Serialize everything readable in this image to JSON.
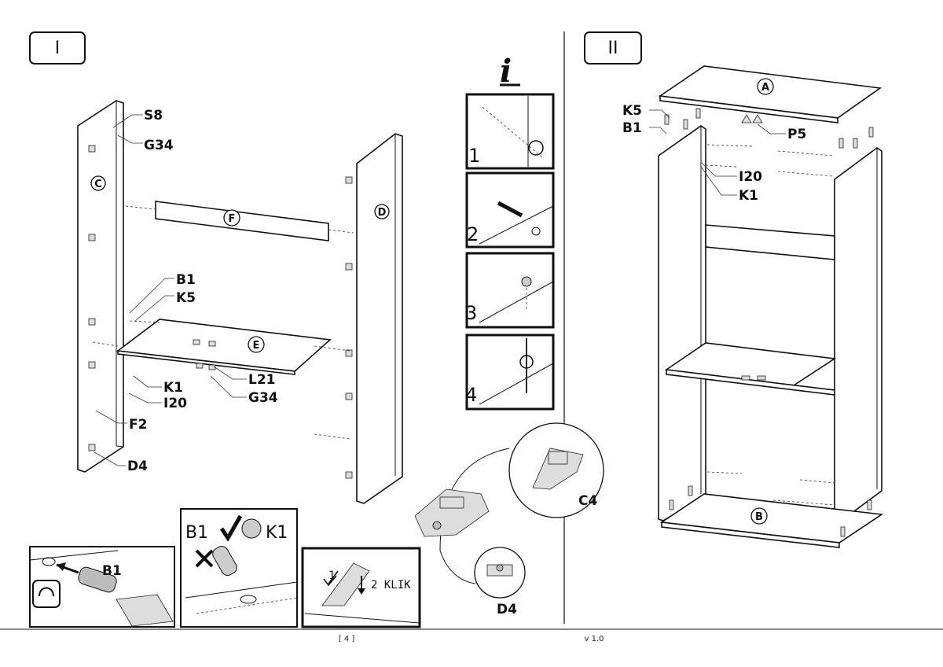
{
  "sections": {
    "step1": "I",
    "step2": "II"
  },
  "info_symbol": "i",
  "part_labels": {
    "C": "C",
    "D": "D",
    "F": "F",
    "E": "E",
    "A": "A",
    "B": "B"
  },
  "hardware_labels": {
    "s8": "S8",
    "g34_top": "G34",
    "b1": "B1",
    "k5": "K5",
    "k1": "K1",
    "i20": "I20",
    "f2": "F2",
    "d4": "D4",
    "l21": "L21",
    "g34_bottom": "G34",
    "k5_right": "K5",
    "b1_right": "B1",
    "p5": "P5",
    "i20_right": "I20",
    "k1_right": "K1",
    "c4": "C4",
    "d4_hinge": "D4"
  },
  "info_steps": [
    "1",
    "2",
    "3",
    "4"
  ],
  "inset_boxes": {
    "b1_box_label": "B1",
    "compare_b1": "B1",
    "compare_k1": "K1",
    "klik_step1": "1",
    "klik_step2": "2 KLIK"
  },
  "footer": {
    "page": "[ 4 ]",
    "version": "v 1.0"
  }
}
